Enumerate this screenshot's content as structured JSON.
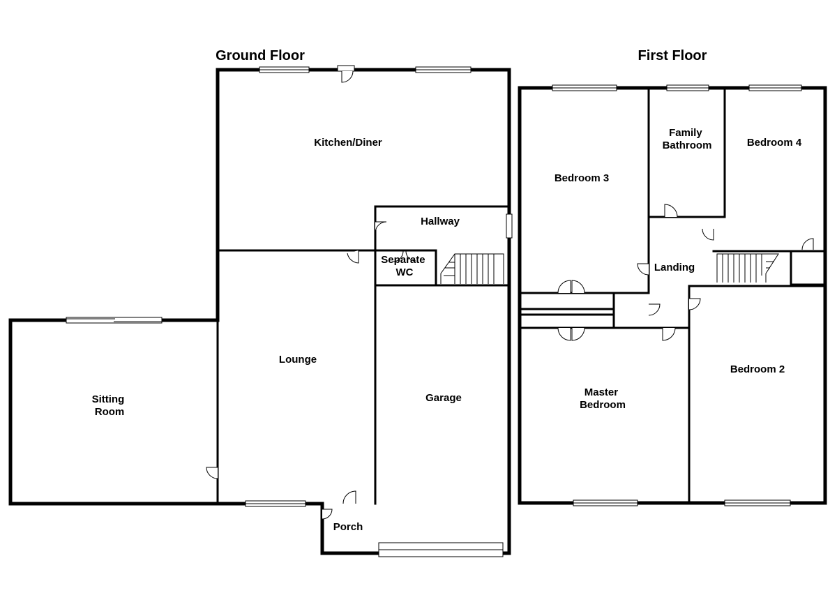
{
  "floors": [
    {
      "title": "Ground Floor",
      "rooms": [
        {
          "lines": [
            "Kitchen/Diner"
          ]
        },
        {
          "lines": [
            "Hallway"
          ]
        },
        {
          "lines": [
            "Separate",
            "WC"
          ]
        },
        {
          "lines": [
            "Lounge"
          ]
        },
        {
          "lines": [
            "Garage"
          ]
        },
        {
          "lines": [
            "Sitting",
            "Room"
          ]
        },
        {
          "lines": [
            "Porch"
          ]
        }
      ]
    },
    {
      "title": "First Floor",
      "rooms": [
        {
          "lines": [
            "Bedroom 3"
          ]
        },
        {
          "lines": [
            "Family",
            "Bathroom"
          ]
        },
        {
          "lines": [
            "Bedroom 4"
          ]
        },
        {
          "lines": [
            "Landing"
          ]
        },
        {
          "lines": [
            "Master",
            "Bedroom"
          ]
        },
        {
          "lines": [
            "Bedroom 2"
          ]
        }
      ]
    }
  ]
}
